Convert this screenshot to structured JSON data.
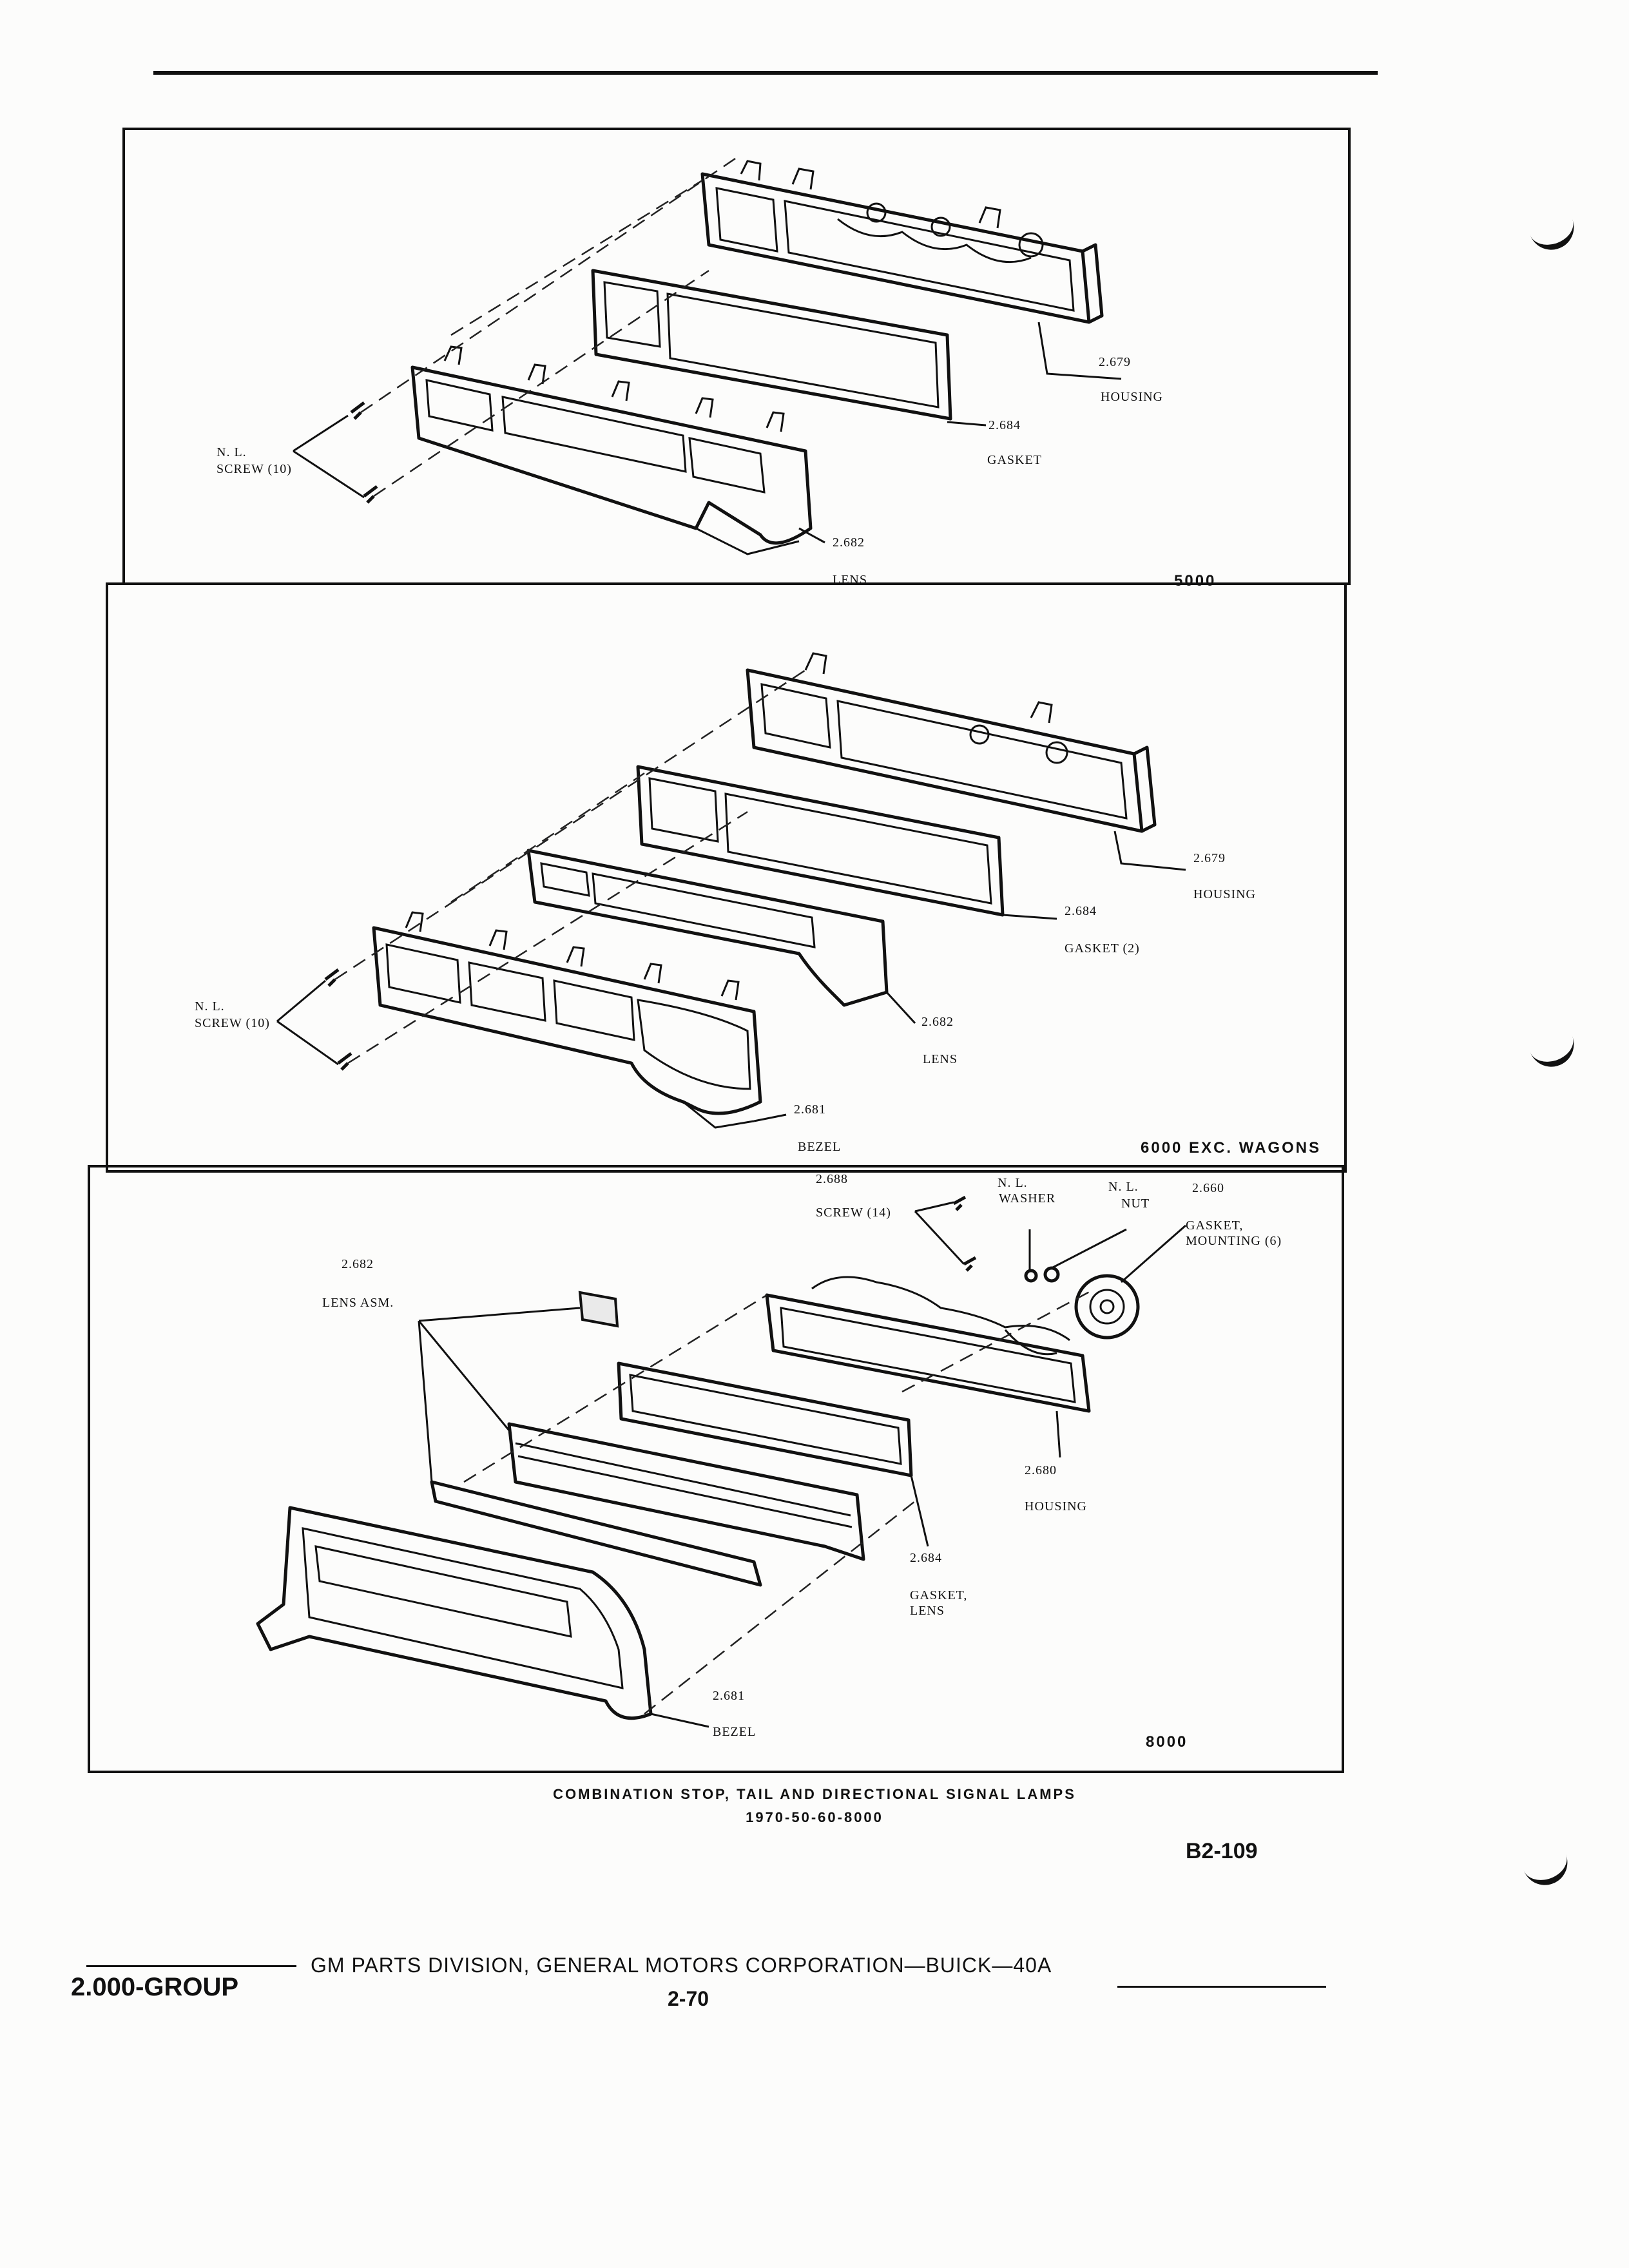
{
  "panels": [
    {
      "model": "5000",
      "callouts": [
        {
          "num": "2.679",
          "name": "HOUSING"
        },
        {
          "num": "2.684",
          "name": "GASKET"
        },
        {
          "num": "2.682",
          "name": "LENS"
        },
        {
          "num": "N. L.",
          "name": "SCREW (10)"
        }
      ]
    },
    {
      "model": "6000 EXC. WAGONS",
      "callouts": [
        {
          "num": "2.679",
          "name": "HOUSING"
        },
        {
          "num": "2.684",
          "name": "GASKET (2)"
        },
        {
          "num": "2.682",
          "name": "LENS"
        },
        {
          "num": "2.681",
          "name": "BEZEL"
        },
        {
          "num": "N. L.",
          "name": "SCREW (10)"
        }
      ]
    },
    {
      "model": "8000",
      "callouts": [
        {
          "num": "2.688",
          "name": "SCREW (14)"
        },
        {
          "num": "N. L.",
          "name": "WASHER"
        },
        {
          "num": "N. L.",
          "name": "NUT"
        },
        {
          "num": "2.660",
          "name": "GASKET,\nMOUNTING (6)"
        },
        {
          "num": "2.682",
          "name": "LENS ASM."
        },
        {
          "num": "2.680",
          "name": "HOUSING"
        },
        {
          "num": "2.684",
          "name": "GASKET,\nLENS"
        },
        {
          "num": "2.681",
          "name": "BEZEL"
        }
      ]
    }
  ],
  "caption": {
    "title": "COMBINATION STOP, TAIL AND DIRECTIONAL SIGNAL LAMPS",
    "years": "1970-50-60-8000"
  },
  "page_code": "B2-109",
  "footer": {
    "group": "2.000-GROUP",
    "corporation": "GM PARTS DIVISION, GENERAL MOTORS CORPORATION—BUICK—40A",
    "page_number": "2-70"
  }
}
